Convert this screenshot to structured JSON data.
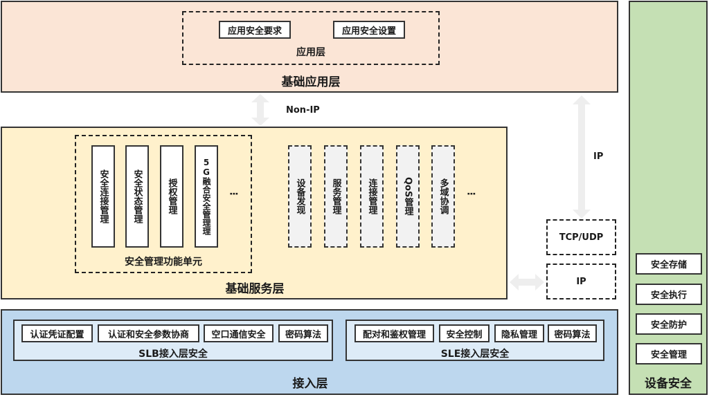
{
  "colors": {
    "application_layer": "#fbe5d6",
    "service_layer": "#fff1cc",
    "access_layer": "#bdd7ee",
    "access_group": "#ddebf7",
    "device_security": "#c5e0b4",
    "arrow": "#eeeeee"
  },
  "application_layer": {
    "title": "基础应用层",
    "group_title": "应用层",
    "items": [
      "应用安全要求",
      "应用安全设置"
    ]
  },
  "arrows": {
    "non_ip": "Non-IP",
    "ip": "IP"
  },
  "service_layer": {
    "title": "基础服务层",
    "security_unit": {
      "title": "安全管理功能单元",
      "items": [
        "安全连接管理",
        "安全状态管理",
        "授权管理",
        "5G融合安全管理理"
      ],
      "more": "⋮"
    },
    "services": {
      "items": [
        "设备发现",
        "服务管理",
        "连接管理",
        "QoS管理",
        "多域协调"
      ],
      "more": "⋮"
    }
  },
  "transport": {
    "tcp_udp": "TCP/UDP",
    "ip": "IP"
  },
  "access_layer": {
    "title": "接入层",
    "slb": {
      "title": "SLB接入层安全",
      "items": [
        "认证凭证配置",
        "认证和安全参数协商",
        "空口通信安全",
        "密码算法"
      ]
    },
    "sle": {
      "title": "SLE接入层安全",
      "items": [
        "配对和鉴权管理",
        "安全控制",
        "隐私管理",
        "密码算法"
      ]
    }
  },
  "device_security": {
    "title": "设备安全",
    "items": [
      "安全存储",
      "安全执行",
      "安全防护",
      "安全管理"
    ]
  }
}
